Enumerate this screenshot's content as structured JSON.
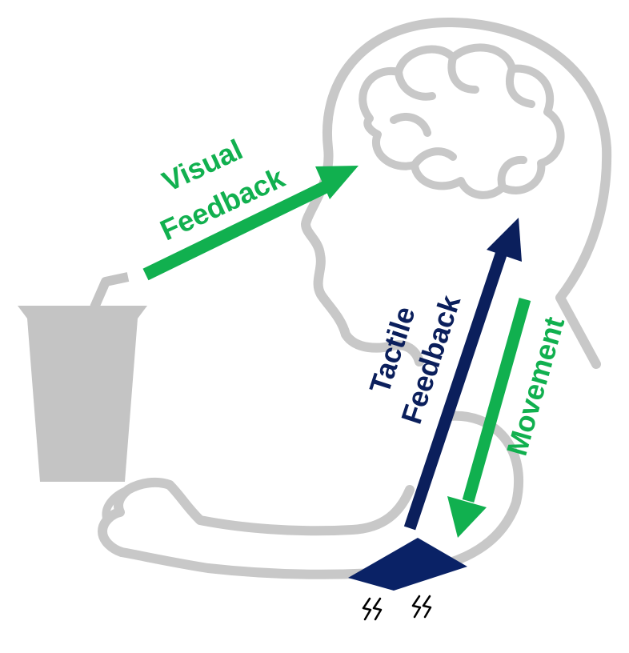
{
  "labels": {
    "visual_line1": "Visual",
    "visual_line2": "Feedback",
    "tactile_line1": "Tactile",
    "tactile_line2": "Feedback",
    "movement": "Movement"
  },
  "colors": {
    "green": "#11b04f",
    "navy": "#0b1f5c",
    "outline": "#c8c8c8",
    "cup": "#c4c4c4",
    "device": "#0a2266"
  },
  "icons": {
    "head": "head-with-brain-icon",
    "cup": "drinking-cup-icon",
    "arm": "arm-outline-icon",
    "device": "haptic-device-icon",
    "vibration": "vibration-icon"
  }
}
